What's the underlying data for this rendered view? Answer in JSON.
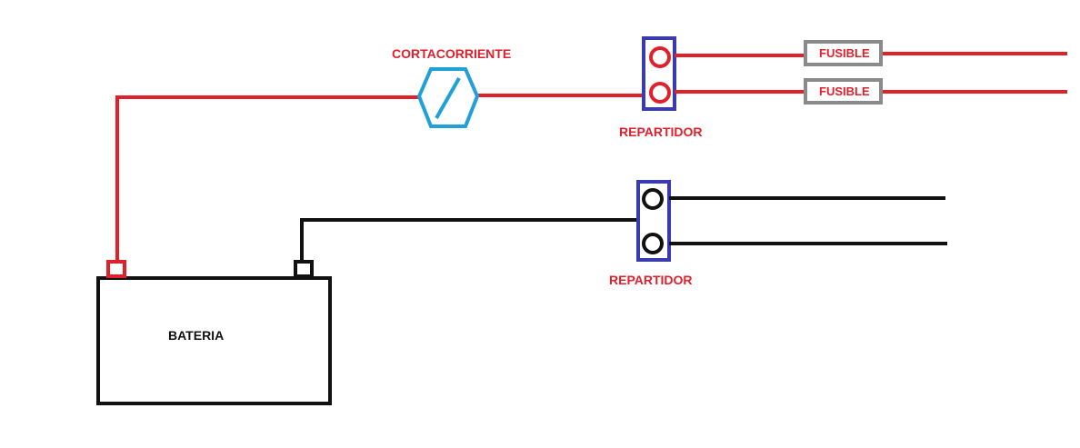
{
  "labels": {
    "breaker": "CORTACORRIENTE",
    "distributor_top": "REPARTIDOR",
    "distributor_bottom": "REPARTIDOR",
    "fuse_1": "FUSIBLE",
    "fuse_2": "FUSIBLE",
    "battery": "BATERIA"
  },
  "colors": {
    "positive_wire": "#e0202b",
    "negative_wire": "#111111",
    "distributor_frame": "#3b3bb0",
    "breaker": "#1fa0d8",
    "fuse_frame": "#8a8a8a",
    "background": "#ffffff"
  }
}
